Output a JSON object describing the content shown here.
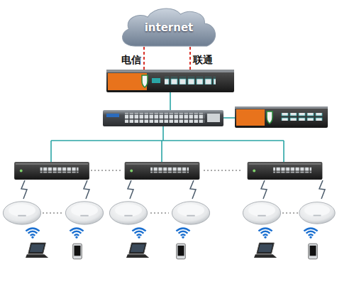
{
  "diagram": {
    "nodes": [
      {
        "text": [
          "internet"
        ]
      }
    ],
    "labels": [
      "电信",
      "联通"
    ]
  }
}
